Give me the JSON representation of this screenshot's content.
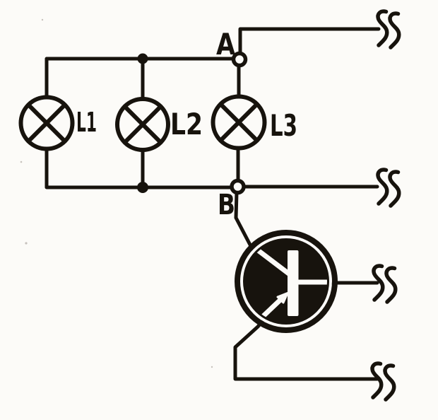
{
  "figure": {
    "kind": "hand-drawn circuit schematic (scanned book figure)",
    "ink_color": "#17130d",
    "paper_color": "#fcfbf8",
    "break_mark_count": 4
  },
  "labels": {
    "terminal_a": "A",
    "terminal_b": "B",
    "lamp_1": "L1",
    "lamp_2": "L2",
    "lamp_3": "L3"
  },
  "components": {
    "lamps": [
      "L1",
      "L2",
      "L3"
    ],
    "terminals": [
      "A",
      "B"
    ],
    "transistor_icon": "pnp-transistor-in-filled-circle",
    "lamp_icon": "circle-with-x-lamp-symbol",
    "break_icon": "double-s-wire-break"
  }
}
